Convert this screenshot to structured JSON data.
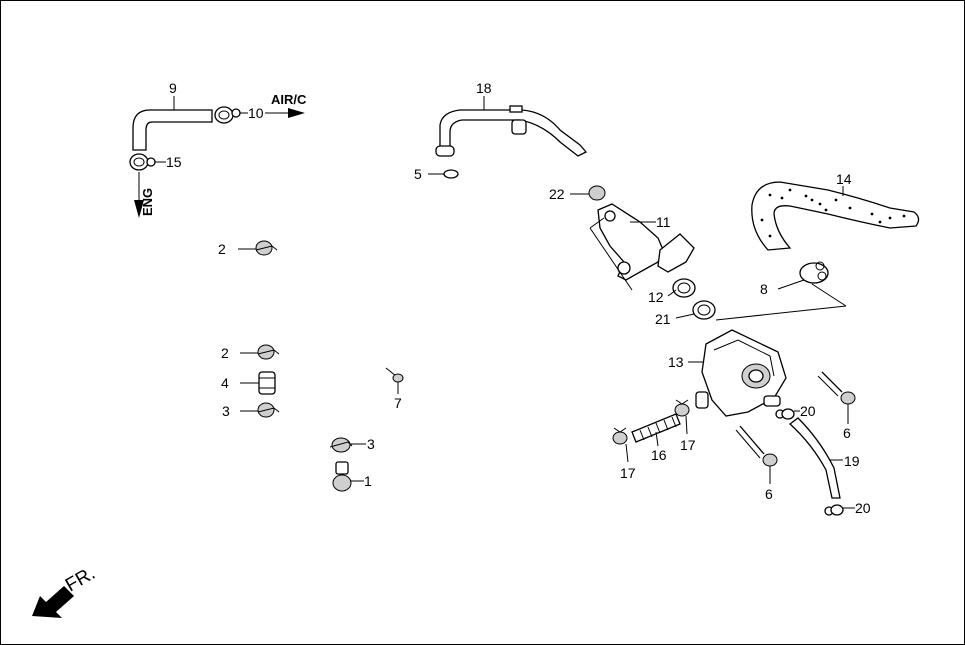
{
  "labels": {
    "air_c": "AIR/C",
    "eng": "ENG",
    "fr": "FR."
  },
  "callouts": {
    "c9": "9",
    "c10": "10",
    "c15": "15",
    "c18": "18",
    "c5": "5",
    "c22": "22",
    "c11": "11",
    "c14": "14",
    "c8": "8",
    "c12": "12",
    "c21": "21",
    "c13": "13",
    "c2a": "2",
    "c2b": "2",
    "c4": "4",
    "c3a": "3",
    "c3b": "3",
    "c1": "1",
    "c7": "7",
    "c20a": "20",
    "c20b": "20",
    "c6a": "6",
    "c6b": "6",
    "c16": "16",
    "c17a": "17",
    "c17b": "17",
    "c19": "19"
  }
}
